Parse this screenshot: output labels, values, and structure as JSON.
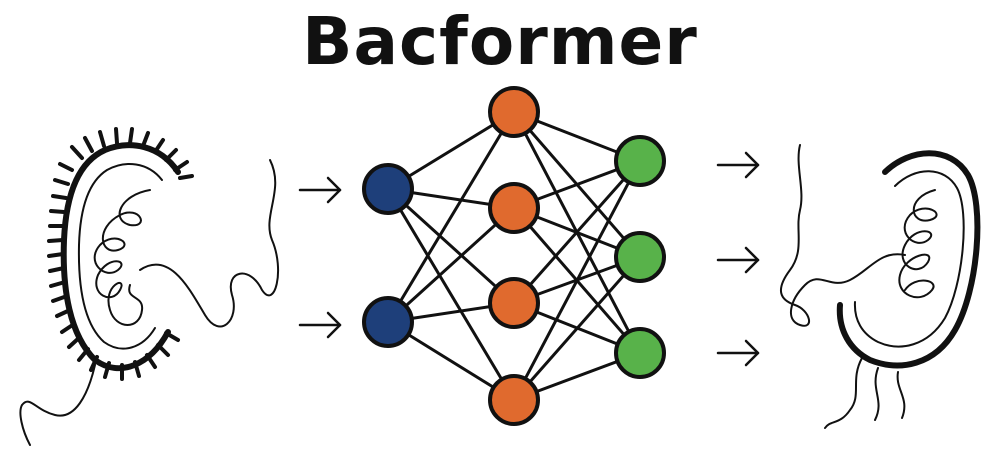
{
  "title": "Bacformer",
  "colors": {
    "input_node": "#1e3f7a",
    "hidden_node": "#e06a2e",
    "output_node": "#58b24a",
    "stroke": "#111111"
  },
  "network": {
    "layers": [
      {
        "name": "input",
        "nodes": 2
      },
      {
        "name": "hidden",
        "nodes": 4
      },
      {
        "name": "output",
        "nodes": 3
      }
    ]
  },
  "icons": {
    "input_bacterium": "bacterium-with-pili-icon",
    "output_bacterium": "bacterium-with-flagella-icon",
    "arrow": "right-arrow-icon"
  }
}
